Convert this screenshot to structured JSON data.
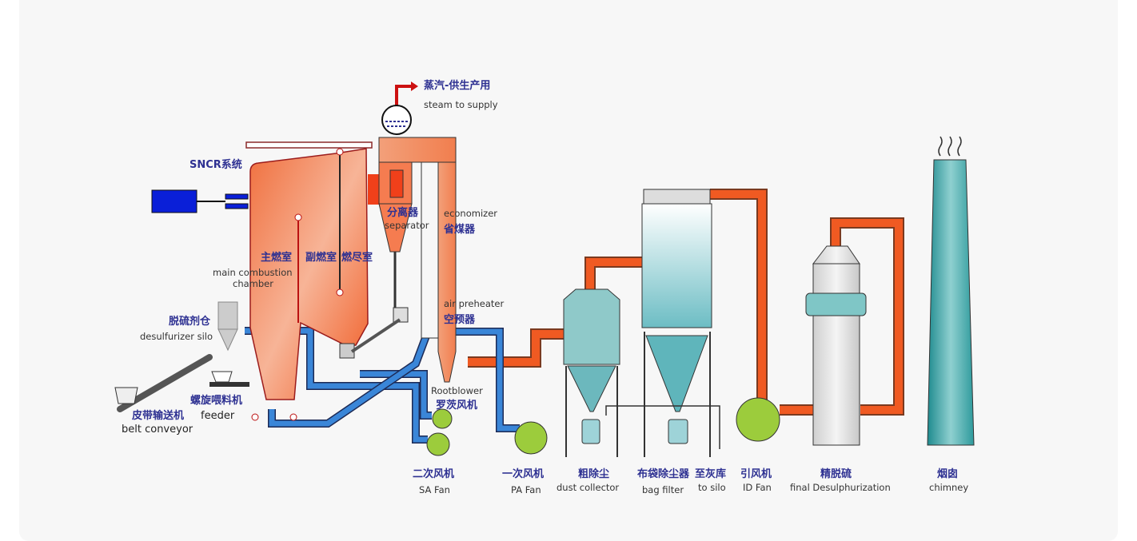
{
  "labels": {
    "steam_cn": "蒸汽-供生产用",
    "steam_en": "steam to supply",
    "sncr_cn": "SNCR系统",
    "separator_cn": "分离器",
    "separator_en": "separator",
    "economizer_en": "economizer",
    "economizer_cn": "省煤器",
    "main_chamber_cn": "主燃室",
    "secondary_chamber_cn": "副燃室",
    "burnout_chamber_cn": "燃尽室",
    "main_chamber_en": "main combustion",
    "main_chamber_en2": "chamber",
    "air_preheater_en": "air preheater",
    "air_preheater_cn": "空预器",
    "desulfurizer_silo_cn": "脱硫剂仓",
    "desulfurizer_silo_en": "desulfurizer silo",
    "feeder_cn": "螺旋喂料机",
    "feeder_en": "feeder",
    "belt_cn": "皮带输送机",
    "belt_en": "belt conveyor",
    "rootblower_en": "Rootblower",
    "rootblower_cn": "罗茨风机",
    "sa_fan_cn": "二次风机",
    "sa_fan_en": "SA Fan",
    "pa_fan_cn": "一次风机",
    "pa_fan_en": "PA Fan",
    "dust_cn": "粗除尘",
    "dust_en": "dust collector",
    "bag_cn": "布袋除尘器",
    "bag_en": "bag filter",
    "silo_cn": "至灰库",
    "silo_en": "to silo",
    "id_fan_cn": "引风机",
    "id_fan_en": "ID Fan",
    "desulph_cn": "精脱硫",
    "desulph_en": "final Desulphurization",
    "chimney_cn": "烟囱",
    "chimney_en": "chimney"
  },
  "colors": {
    "furnace": "#f26a3a",
    "flue_duct": "#f05a22",
    "air_duct": "#3a86d8",
    "fan": "#9ccc3c",
    "sncr": "#0a1fd8",
    "label_cn": "#2e3192",
    "chimney": "#3aa3a3"
  }
}
